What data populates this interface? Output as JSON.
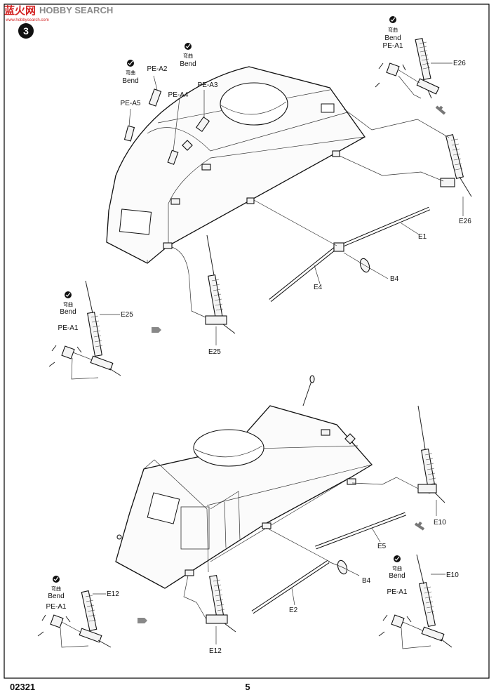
{
  "watermark": {
    "cn_text": "蓝火网",
    "en_text": "HOBBY SEARCH",
    "domain": "www.hobbysearch.com"
  },
  "step": {
    "number": "3"
  },
  "footer": {
    "code": "02321",
    "page": "5"
  },
  "bend": {
    "cn": "弯曲",
    "en": "Bend"
  },
  "top_assembly": {
    "pe_labels": [
      "PE-A2",
      "PE-A3",
      "PE-A4",
      "PE-A5",
      "PE-A1"
    ],
    "part_labels": {
      "e26_upper": "E26",
      "e26_lower": "E26",
      "e1": "E1",
      "e4": "E4",
      "b4": "B4",
      "e25_upper": "E25",
      "e25_lower": "E25"
    },
    "left_pe": "PE-A1"
  },
  "bottom_assembly": {
    "part_labels": {
      "e10_upper": "E10",
      "e10_lower": "E10",
      "e5": "E5",
      "b4": "B4",
      "e2": "E2",
      "e12_upper": "E12",
      "e12_lower": "E12"
    },
    "left_pe": "PE-A1",
    "right_pe": "PE-A1"
  }
}
